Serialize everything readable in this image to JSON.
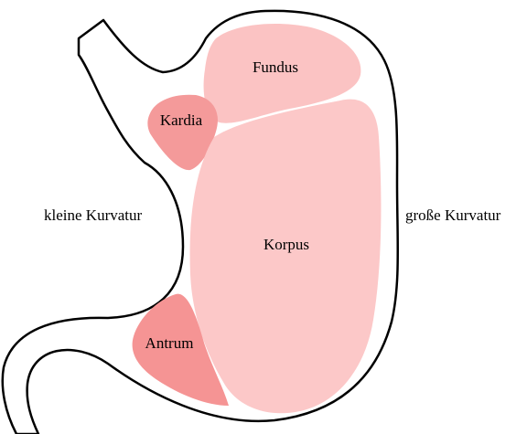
{
  "diagram": {
    "colors": {
      "outline": "#000000",
      "background": "#ffffff",
      "fundus": "#fbc3c3",
      "kardia": "#f49a9a",
      "korpus": "#fcc8c8",
      "antrum": "#f59494"
    },
    "regions": {
      "fundus": "Fundus",
      "kardia": "Kardia",
      "korpus": "Korpus",
      "antrum": "Antrum"
    },
    "curvatures": {
      "minor": "kleine Kurvatur",
      "major": "große Kurvatur"
    }
  }
}
